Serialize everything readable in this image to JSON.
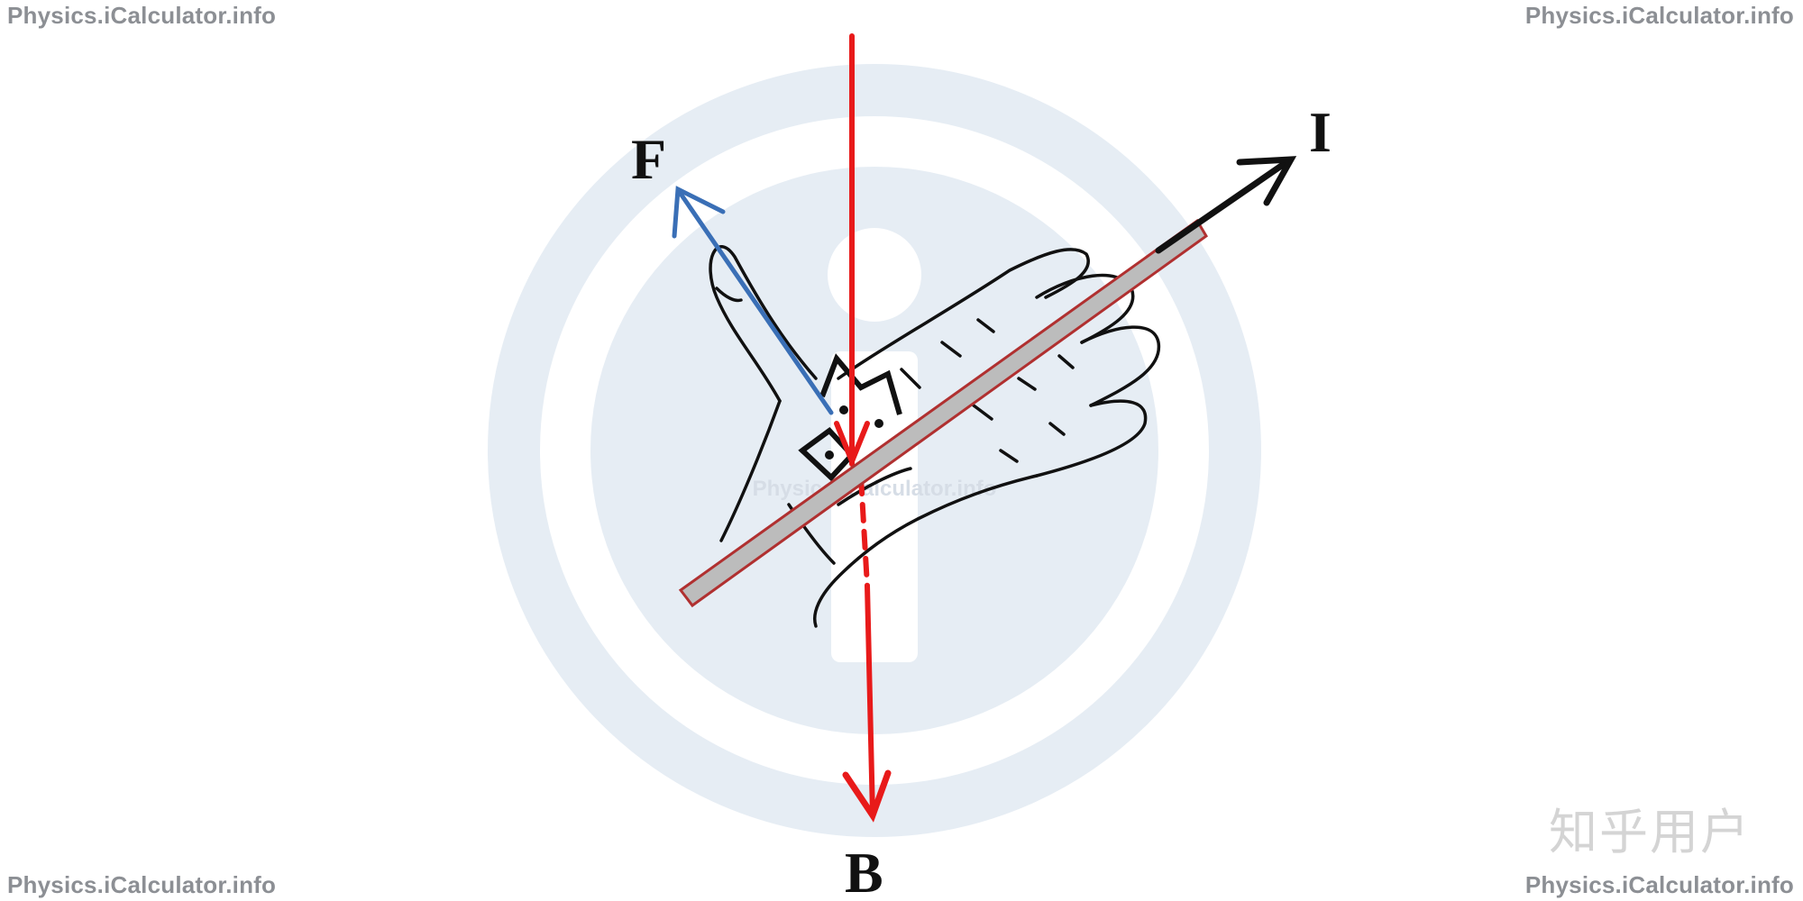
{
  "watermarks": {
    "top_left": "Physics.iCalculator.info",
    "top_right": "Physics.iCalculator.info",
    "bottom_left": "Physics.iCalculator.info",
    "bottom_right": "Physics.iCalculator.info",
    "center": "Physics.iCalculator.info",
    "corner_cn": "知乎用户"
  },
  "labels": {
    "force": "F",
    "current": "I",
    "field": "B"
  },
  "colors": {
    "field_arrow": "#e81a1a",
    "force_arrow": "#3a6fb6",
    "current_arrow": "#111111",
    "wire_fill": "#bcbcbc",
    "wire_outline": "#b03030",
    "logo_ring": "#e6edf4",
    "hand_outline": "#111111"
  }
}
